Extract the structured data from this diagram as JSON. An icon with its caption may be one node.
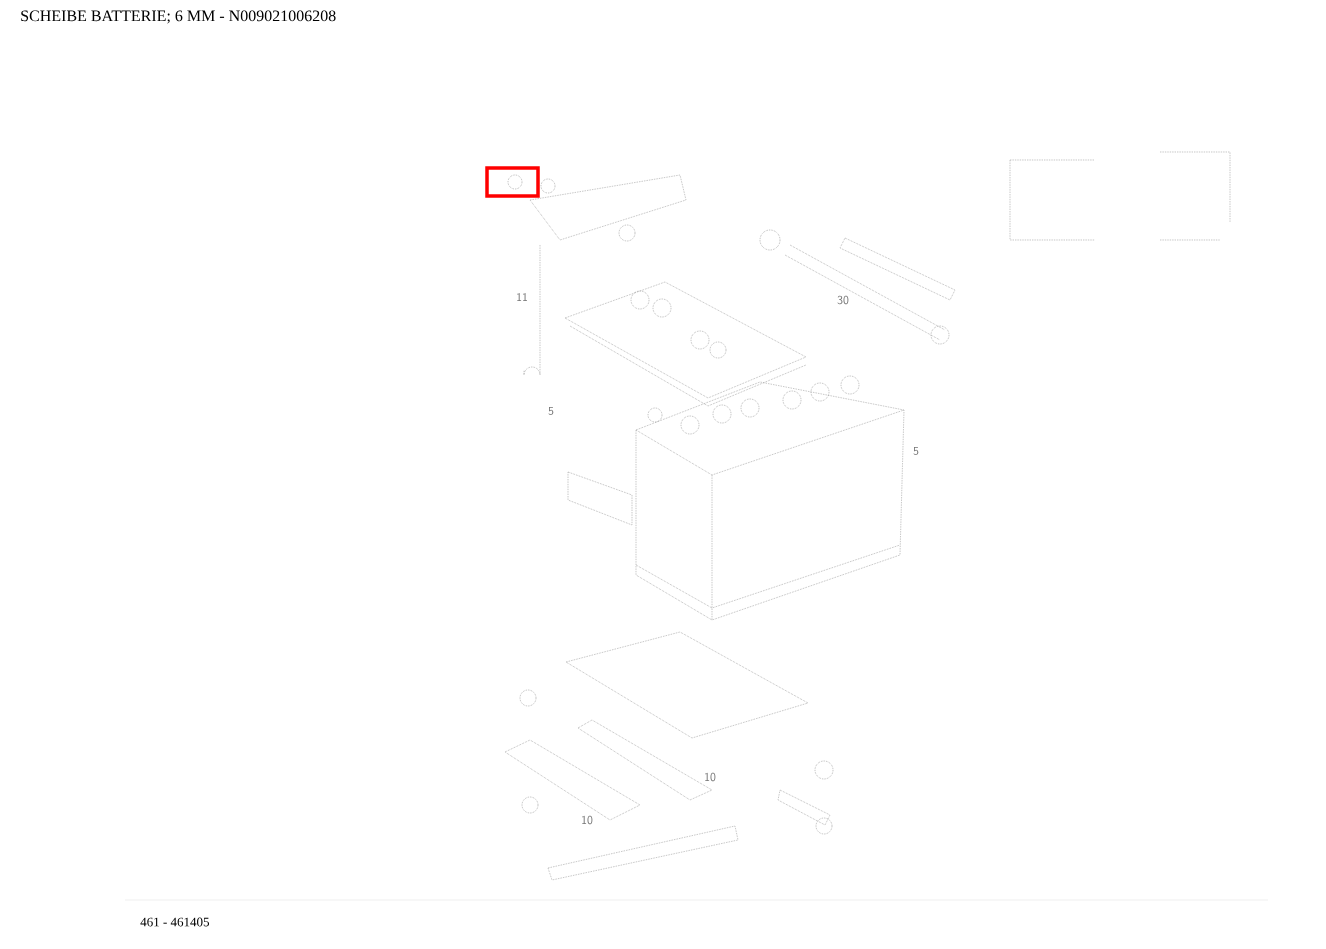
{
  "diagram": {
    "title": "SCHEIBE BATTERIE; 6 MM - N009021006208",
    "labels": [
      "11",
      "30",
      "5",
      "5",
      "10",
      "10",
      "461 - 461405"
    ]
  }
}
